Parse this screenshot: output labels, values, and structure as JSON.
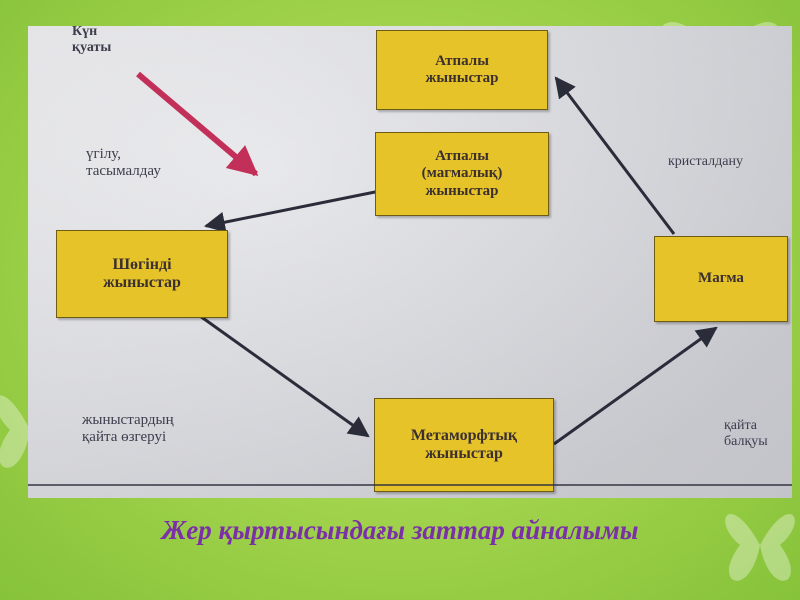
{
  "diagram": {
    "nodes": {
      "igneous_top": "Атпалы\nжыныстар",
      "igneous_mid": "Атпалы\n(магмалық)\nжыныстар",
      "sedimentary": "Шөгінді\nжыныстар",
      "magma": "Магма",
      "metamorphic": "Метаморфтық\nжыныстар"
    },
    "labels": {
      "solar_energy": "Күн\nқуаты",
      "weathering": "үгілу,\nтасымалдау",
      "crystallization": "кристалдану",
      "rock_change": "жыныстардың\nқайта өзгеруі",
      "remelting": "қайта\nбалқуы"
    }
  },
  "caption": "Жер қыртысындағы заттар айналымы"
}
